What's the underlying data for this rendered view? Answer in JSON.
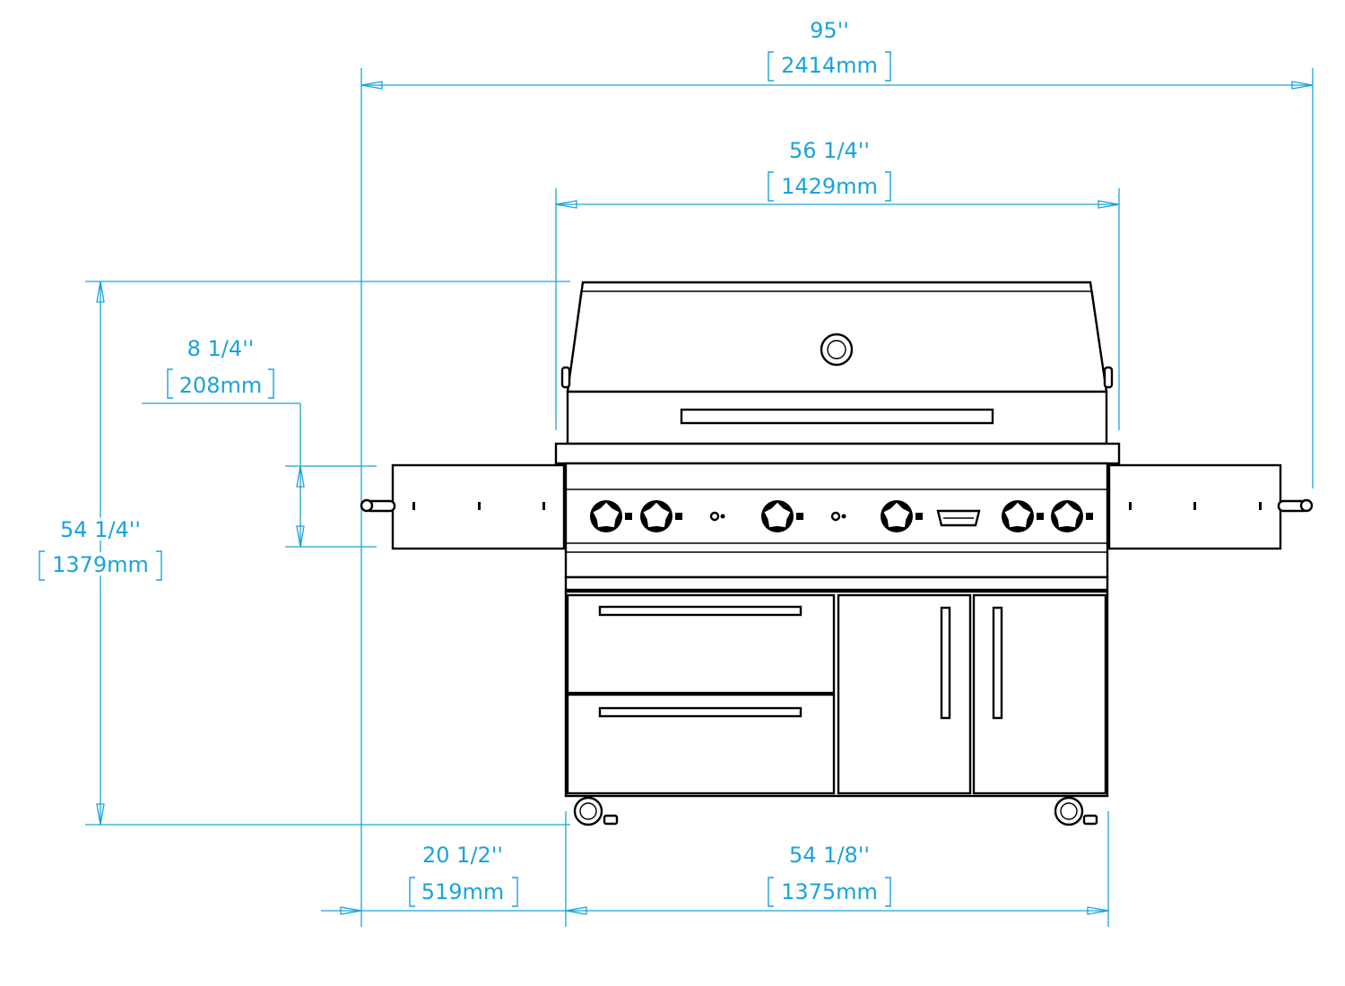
{
  "dimensions": {
    "overall_width": {
      "imperial": "95''",
      "metric": "2414mm"
    },
    "hood_width": {
      "imperial": "56 1/4''",
      "metric": "1429mm"
    },
    "side_shelf_height": {
      "imperial": "8 1/4''",
      "metric": "208mm"
    },
    "overall_height": {
      "imperial": "54 1/4''",
      "metric": "1379mm"
    },
    "side_shelf_width": {
      "imperial": "20 1/2''",
      "metric": "519mm"
    },
    "cart_width": {
      "imperial": "54 1/8''",
      "metric": "1375mm"
    }
  },
  "grill": {
    "burner_knobs": 6,
    "igniter_buttons": 2,
    "drawers": 2,
    "doors": 2,
    "casters": 2
  },
  "colors": {
    "dimension": "#1aa3dc",
    "linework": "#000000",
    "background": "#ffffff"
  }
}
